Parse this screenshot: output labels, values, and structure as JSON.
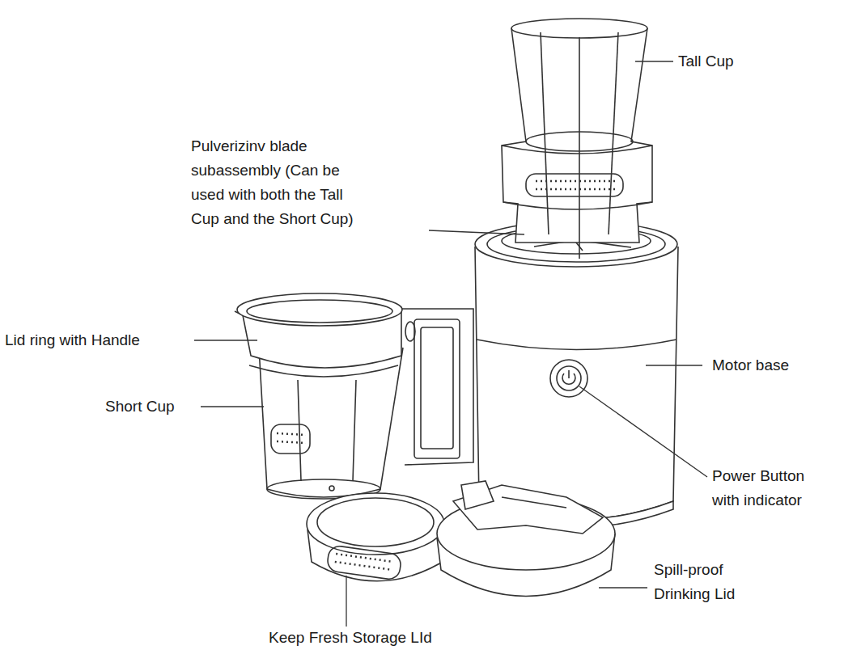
{
  "diagram": {
    "labels": [
      "Tall Cup",
      "Pulverizinv blade subassembly (Can be used with both the Tall Cup and the Short Cup)",
      "Lid ring with Handle",
      "Motor base",
      "Short Cup",
      "Power Button with indicator",
      "Spill-proof Drinking Lid",
      "Keep Fresh Storage LId"
    ]
  }
}
